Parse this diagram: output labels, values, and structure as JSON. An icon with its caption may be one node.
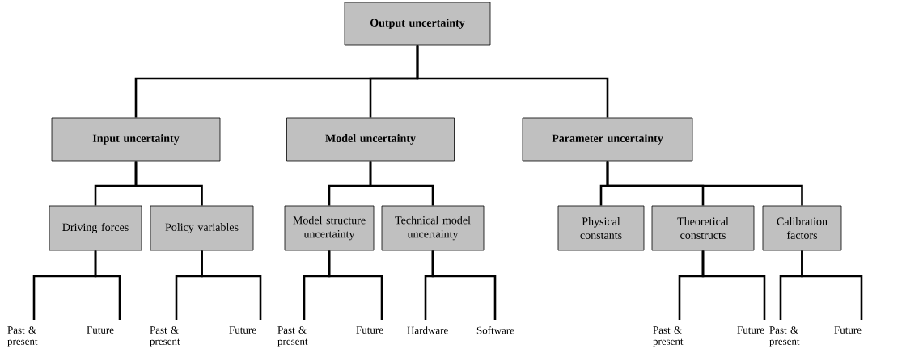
{
  "diagram": {
    "nodes": [
      {
        "text": [
          "Output uncertainty"
        ]
      },
      {
        "text": [
          "Input uncertainty"
        ]
      },
      {
        "text": [
          "Model uncertainty"
        ]
      },
      {
        "text": [
          "Parameter uncertainty"
        ]
      },
      {
        "text": [
          "Driving forces"
        ]
      },
      {
        "text": [
          "Policy variables"
        ]
      },
      {
        "text": [
          "Model structure uncertainty"
        ]
      },
      {
        "text": [
          "Technical model uncertainty"
        ]
      },
      {
        "text": [
          "Physical constants"
        ]
      },
      {
        "text": [
          "Theoretical constructs"
        ]
      },
      {
        "text": [
          "Calibration factors"
        ]
      },
      {
        "text": [
          "Past & present"
        ]
      },
      {
        "text": [
          "Future"
        ]
      },
      {
        "text": [
          "Past & present"
        ]
      },
      {
        "text": [
          "Future"
        ]
      },
      {
        "text": [
          "Past & present"
        ]
      },
      {
        "text": [
          "Future"
        ]
      },
      {
        "text": [
          "Hardware"
        ]
      },
      {
        "text": [
          "Software"
        ]
      },
      {
        "text": [
          "Past & present"
        ]
      },
      {
        "text": [
          "Future"
        ]
      },
      {
        "text": [
          "Past & present"
        ]
      },
      {
        "text": [
          "Future"
        ]
      }
    ],
    "edges": [
      {
        "from": 0,
        "to": 1,
        "arrow": "none"
      },
      {
        "from": 0,
        "to": 2,
        "arrow": "none"
      },
      {
        "from": 0,
        "to": 3,
        "arrow": "none"
      },
      {
        "from": 1,
        "to": 4,
        "arrow": "none"
      },
      {
        "from": 1,
        "to": 5,
        "arrow": "none"
      },
      {
        "from": 2,
        "to": 6,
        "arrow": "none"
      },
      {
        "from": 2,
        "to": 7,
        "arrow": "none"
      },
      {
        "from": 3,
        "to": 8,
        "arrow": "none"
      },
      {
        "from": 3,
        "to": 9,
        "arrow": "none"
      },
      {
        "from": 3,
        "to": 10,
        "arrow": "none"
      },
      {
        "from": 4,
        "to": 11,
        "arrow": "none"
      },
      {
        "from": 4,
        "to": 12,
        "arrow": "none"
      },
      {
        "from": 5,
        "to": 13,
        "arrow": "none"
      },
      {
        "from": 5,
        "to": 14,
        "arrow": "none"
      },
      {
        "from": 6,
        "to": 15,
        "arrow": "none"
      },
      {
        "from": 6,
        "to": 16,
        "arrow": "none"
      },
      {
        "from": 7,
        "to": 17,
        "arrow": "none"
      },
      {
        "from": 7,
        "to": 18,
        "arrow": "none"
      },
      {
        "from": 9,
        "to": 19,
        "arrow": "none"
      },
      {
        "from": 9,
        "to": 20,
        "arrow": "none"
      },
      {
        "from": 10,
        "to": 21,
        "arrow": "none"
      },
      {
        "from": 10,
        "to": 22,
        "arrow": "none"
      }
    ]
  }
}
